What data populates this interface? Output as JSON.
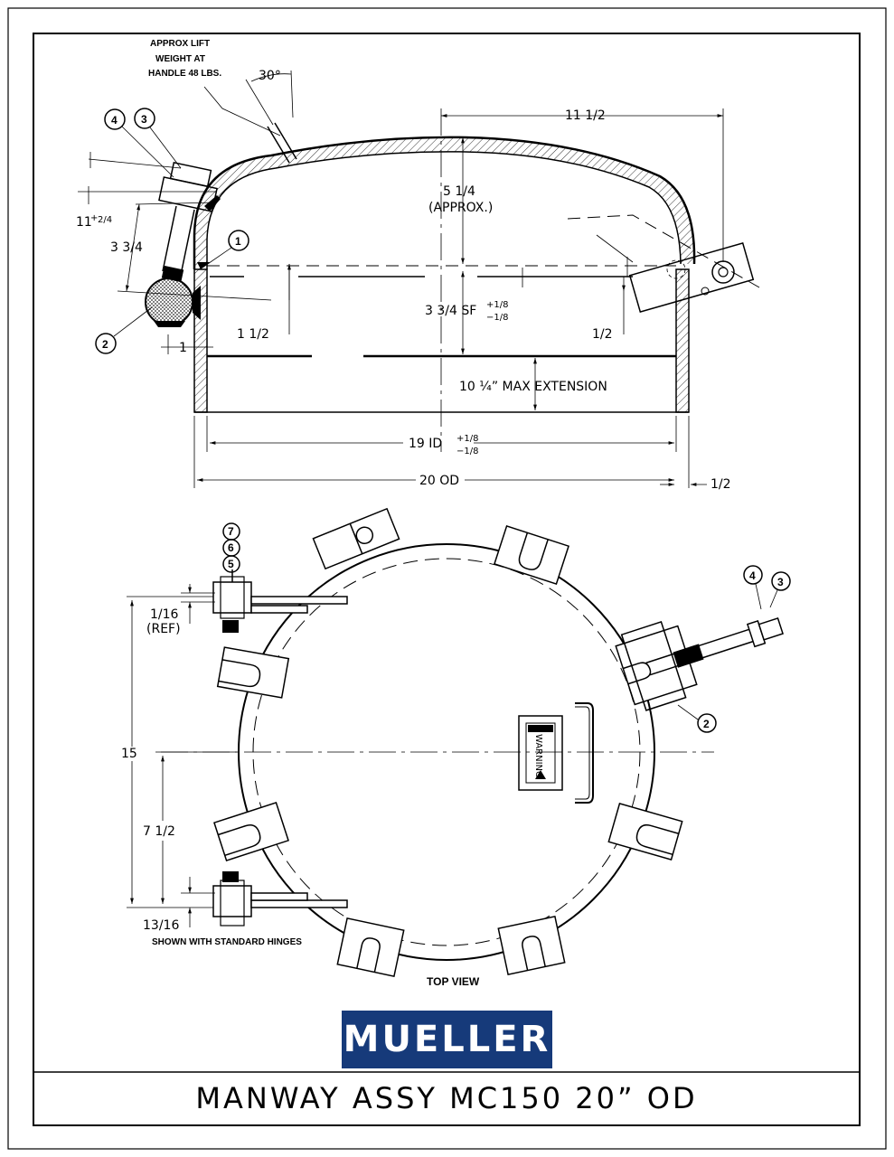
{
  "title_block": {
    "title": "MANWAY ASSY MC150 20” OD"
  },
  "brand": {
    "logo_text": "MUELLER",
    "logo_color": "#163a7a"
  },
  "side_view": {
    "note": [
      "APPROX LIFT",
      "WEIGHT AT",
      "HANDLE 48 LBS."
    ],
    "angle": "30°",
    "dim_11_half": "11 1/2",
    "dim_5_quarter": "5 1/4",
    "dim_approx": "(APPROX.)",
    "dim_11_tol": "11",
    "dim_11_tol_sup": "+",
    "dim_11_tol_frac": "2/4",
    "dim_3_3_4": "3 3/4",
    "dim_3_3_4_sf": "3 3/4 SF",
    "sf_tol_plus": "+1/8",
    "sf_tol_minus": "−1/8",
    "dim_1_half_left": "1 1/2",
    "dim_half_right": "1/2",
    "dim_1": "1",
    "max_extension": "10 ¼” MAX EXTENSION",
    "dim_id": "19 ID",
    "id_tol_plus": "+1/8",
    "id_tol_minus": "−1/8",
    "dim_od": "20 OD",
    "dim_half_od": "1/2"
  },
  "top_view": {
    "label": "TOP VIEW",
    "hinge_note": "SHOWN WITH STANDARD HINGES",
    "dim_1_16": "1/16",
    "dim_ref": "(REF)",
    "dim_15": "15",
    "dim_7_half": "7 1/2",
    "dim_13_16": "13/16",
    "warning_label": "WARNING"
  },
  "balloons": {
    "b1": "1",
    "b2": "2",
    "b3": "3",
    "b4": "4",
    "b5": "5",
    "b6": "6",
    "b7": "7",
    "t2": "2",
    "t3": "3",
    "t4": "4"
  }
}
